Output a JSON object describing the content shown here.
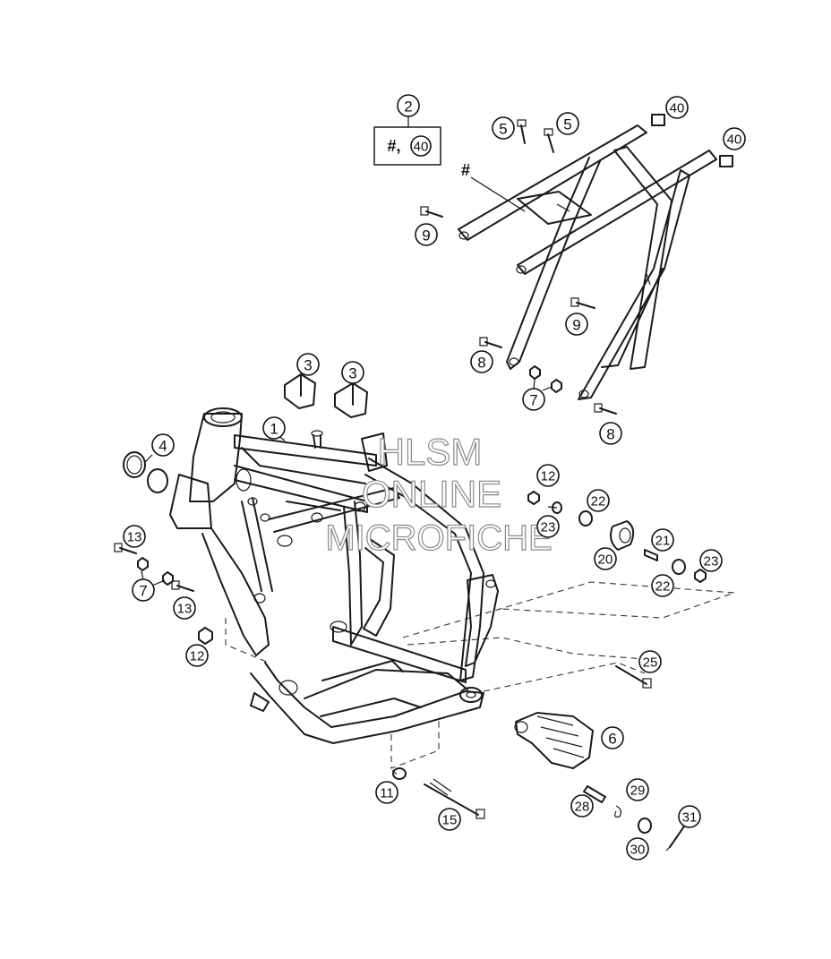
{
  "diagram": {
    "callouts": [
      {
        "id": "c-1",
        "label": "1"
      },
      {
        "id": "c-2",
        "label": "2"
      },
      {
        "id": "c-3a",
        "label": "3"
      },
      {
        "id": "c-3b",
        "label": "3"
      },
      {
        "id": "c-4",
        "label": "4"
      },
      {
        "id": "c-5a",
        "label": "5"
      },
      {
        "id": "c-5b",
        "label": "5"
      },
      {
        "id": "c-6",
        "label": "6"
      },
      {
        "id": "c-7a",
        "label": "7"
      },
      {
        "id": "c-7b",
        "label": "7"
      },
      {
        "id": "c-8a",
        "label": "8"
      },
      {
        "id": "c-8b",
        "label": "8"
      },
      {
        "id": "c-9a",
        "label": "9"
      },
      {
        "id": "c-9b",
        "label": "9"
      },
      {
        "id": "c-11",
        "label": "11"
      },
      {
        "id": "c-12a",
        "label": "12"
      },
      {
        "id": "c-12b",
        "label": "12"
      },
      {
        "id": "c-13a",
        "label": "13"
      },
      {
        "id": "c-13b",
        "label": "13"
      },
      {
        "id": "c-15",
        "label": "15"
      },
      {
        "id": "c-20",
        "label": "20"
      },
      {
        "id": "c-21",
        "label": "21"
      },
      {
        "id": "c-22a",
        "label": "22"
      },
      {
        "id": "c-22b",
        "label": "22"
      },
      {
        "id": "c-23a",
        "label": "23"
      },
      {
        "id": "c-23b",
        "label": "23"
      },
      {
        "id": "c-25",
        "label": "25"
      },
      {
        "id": "c-28",
        "label": "28"
      },
      {
        "id": "c-29",
        "label": "29"
      },
      {
        "id": "c-30",
        "label": "30"
      },
      {
        "id": "c-31",
        "label": "31"
      },
      {
        "id": "c-40a",
        "label": "40"
      },
      {
        "id": "c-40b",
        "label": "40"
      },
      {
        "id": "c-40box",
        "label": "40"
      }
    ],
    "kit_box": {
      "hash_label": "#,"
    },
    "subframe_hash": "#",
    "watermark": [
      "HLSM",
      "ONLINE",
      "MICROFICHE"
    ]
  }
}
